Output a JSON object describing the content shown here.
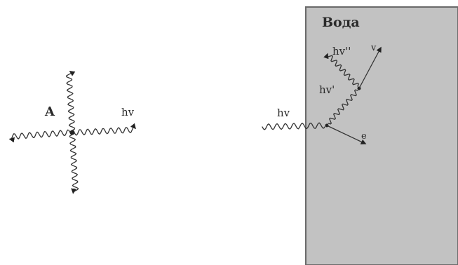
{
  "left_panel": {
    "atom_label": "A",
    "photon_label": "hv"
  },
  "water_panel": {
    "title": "Вода",
    "incoming_photon_label": "hv",
    "scattered_photon_label": "hv'",
    "second_photon_label": "hv''",
    "electron_label_1": "v",
    "electron_label_2": "e",
    "colors": {
      "fill": "#c2c2c2",
      "border": "#6a6a6a"
    }
  }
}
